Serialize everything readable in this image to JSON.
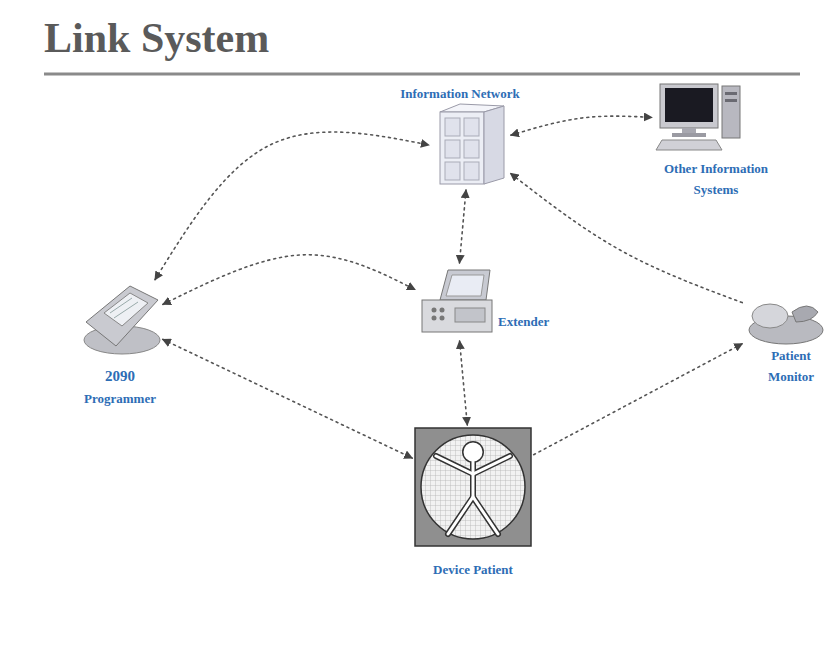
{
  "diagram": {
    "title": "Link System",
    "nodes": [
      {
        "text": [
          "Information Network"
        ]
      },
      {
        "text": [
          "Other Information Systems"
        ]
      },
      {
        "text": [
          "2090",
          "Programmer"
        ]
      },
      {
        "text": [
          "Extender"
        ]
      },
      {
        "text": [
          "Patient Monitor"
        ]
      },
      {
        "text": [
          "Device Patient"
        ]
      }
    ],
    "edges": [
      {
        "from": 2,
        "to": 0,
        "arrow": "both"
      },
      {
        "from": 0,
        "to": 1,
        "arrow": "both"
      },
      {
        "from": 2,
        "to": 3,
        "arrow": "both"
      },
      {
        "from": 0,
        "to": 3,
        "arrow": "both"
      },
      {
        "from": 4,
        "to": 0,
        "arrow": "to"
      },
      {
        "from": 2,
        "to": 5,
        "arrow": "both"
      },
      {
        "from": 3,
        "to": 5,
        "arrow": "both"
      },
      {
        "from": 5,
        "to": 4,
        "arrow": "to"
      }
    ]
  }
}
